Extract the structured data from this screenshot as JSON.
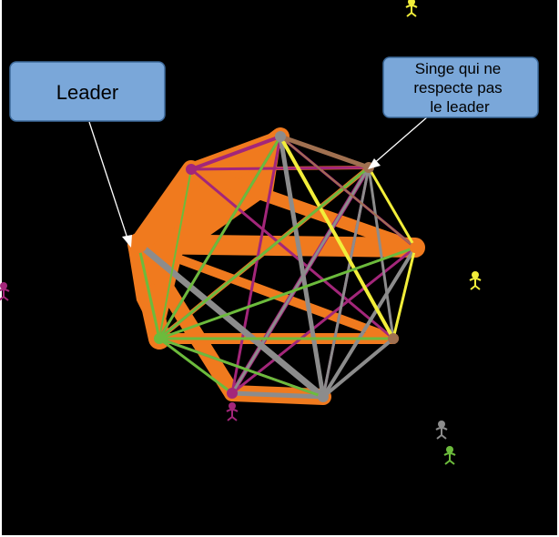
{
  "callouts": {
    "leader": {
      "label": "Leader"
    },
    "rogue_monkey": {
      "lines": [
        "Singe qui ne",
        "respecte pas",
        "le leader"
      ]
    }
  },
  "colors": {
    "background": "#000000",
    "callout_fill": "#7aa7d9",
    "callout_stroke": "#3d6a9b",
    "edge_orange": "#f07a1e",
    "edge_purple": "#a3267a",
    "edge_gray": "#8c8c8c",
    "edge_yellow": "#f2ee3a",
    "edge_green": "#6cbb3c",
    "edge_brown": "#a07050",
    "pointer_line": "#ffffff"
  },
  "icons": {
    "node_markers": "monkey-icon",
    "stray_monkeys": "monkey-icon"
  },
  "network": {
    "node_count": 9,
    "leader_node": "leader-node",
    "rogue_node": "rogue-node"
  }
}
